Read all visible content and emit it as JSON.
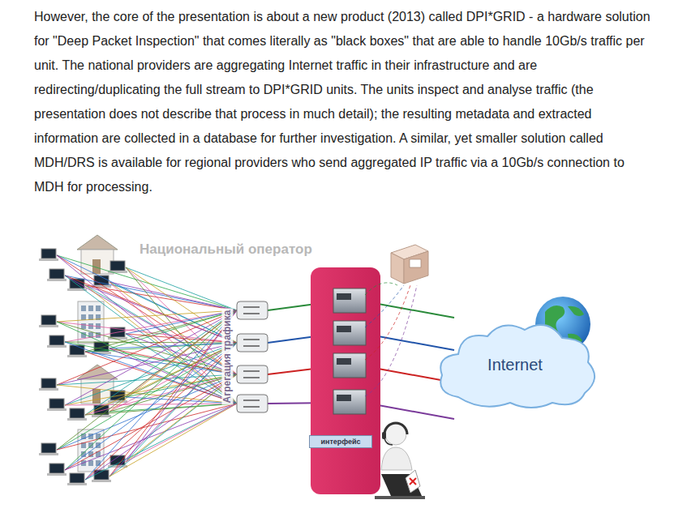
{
  "diagram": {
    "nodes": [
      {
        "text": [
          "Internet"
        ]
      },
      {
        "text": [
          "интерфейс"
        ]
      }
    ],
    "labels": [
      "However, the core of the presentation is about a new product (2013) called DPI*GRID - a hardware solution for \"Deep Packet Inspection\" that comes literally as \"black boxes\" that are able to handle 10Gb/s traffic per unit. The national providers are aggregating Internet traffic in their infrastructure and are redirecting/duplicating the full stream to DPI*GRID units. The units inspect and analyse traffic (the presentation does not describe that process in much detail); the resulting metadata and extracted information are collected in a database for further investigation. A similar, yet smaller solution called MDH/DRS is available for regional providers who send aggregated IP traffic via a 10Gb/s connection to MDH for processing.",
      "Национальный оператор",
      "Агрегация трафика"
    ]
  }
}
